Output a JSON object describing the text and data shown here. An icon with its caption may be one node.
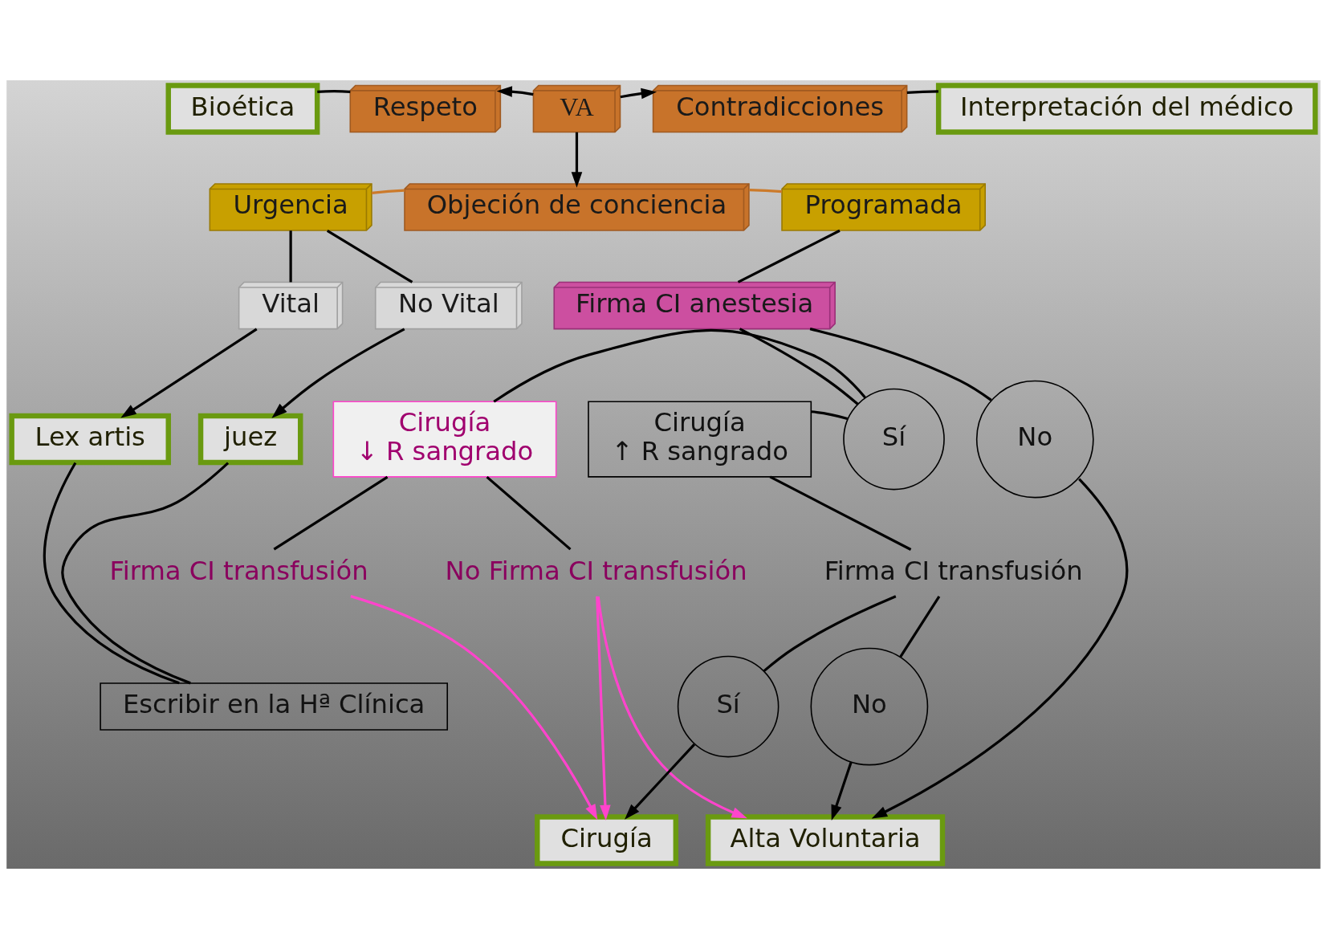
{
  "diagram": {
    "nodes": [
      {
        "text": [
          "Bioética"
        ]
      },
      {
        "text": [
          "Respeto"
        ]
      },
      {
        "text": [
          "VA"
        ]
      },
      {
        "text": [
          "Contradicciones"
        ]
      },
      {
        "text": [
          "Interpretación del médico"
        ]
      },
      {
        "text": [
          "Urgencia"
        ]
      },
      {
        "text": [
          "Objeción de conciencia"
        ]
      },
      {
        "text": [
          "Programada"
        ]
      },
      {
        "text": [
          "Vital"
        ]
      },
      {
        "text": [
          "No Vital"
        ]
      },
      {
        "text": [
          "Firma CI anestesia"
        ]
      },
      {
        "text": [
          "Sí"
        ]
      },
      {
        "text": [
          "No"
        ]
      },
      {
        "text": [
          "Lex artis"
        ]
      },
      {
        "text": [
          "juez"
        ]
      },
      {
        "text": [
          "Cirugía",
          "↓ R sangrado"
        ]
      },
      {
        "text": [
          "Cirugía",
          "↑ R sangrado"
        ]
      },
      {
        "text": [
          "Firma CI transfusión"
        ]
      },
      {
        "text": [
          "No Firma CI transfusión"
        ]
      },
      {
        "text": [
          "Firma CI transfusión"
        ]
      },
      {
        "text": [
          "Escribir en la Hª Clínica"
        ]
      },
      {
        "text": [
          "Sí"
        ]
      },
      {
        "text": [
          "No"
        ]
      },
      {
        "text": [
          "Cirugía"
        ]
      },
      {
        "text": [
          "Alta Voluntaria"
        ]
      }
    ],
    "edges": [
      {
        "from": 0,
        "to": 1,
        "arrow": "none"
      },
      {
        "from": 2,
        "to": 1,
        "arrow": "to"
      },
      {
        "from": 2,
        "to": 3,
        "arrow": "to"
      },
      {
        "from": 3,
        "to": 4,
        "arrow": "none"
      },
      {
        "from": 2,
        "to": 6,
        "arrow": "to"
      },
      {
        "from": 5,
        "to": 6,
        "arrow": "none",
        "color": "#cc7a2a"
      },
      {
        "from": 6,
        "to": 7,
        "arrow": "none",
        "color": "#cc7a2a"
      },
      {
        "from": 5,
        "to": 8,
        "arrow": "none"
      },
      {
        "from": 5,
        "to": 9,
        "arrow": "none"
      },
      {
        "from": 7,
        "to": 10,
        "arrow": "none"
      },
      {
        "from": 10,
        "to": 11,
        "arrow": "none"
      },
      {
        "from": 10,
        "to": 12,
        "arrow": "none"
      },
      {
        "from": 8,
        "to": 13,
        "arrow": "to"
      },
      {
        "from": 9,
        "to": 14,
        "arrow": "to"
      },
      {
        "from": 11,
        "to": 15,
        "arrow": "none"
      },
      {
        "from": 11,
        "to": 16,
        "arrow": "none"
      },
      {
        "from": 12,
        "to": 24,
        "arrow": "to"
      },
      {
        "from": 13,
        "to": 20,
        "arrow": "none"
      },
      {
        "from": 14,
        "to": 20,
        "arrow": "none"
      },
      {
        "from": 15,
        "to": 17,
        "arrow": "none"
      },
      {
        "from": 15,
        "to": 18,
        "arrow": "none"
      },
      {
        "from": 16,
        "to": 19,
        "arrow": "none"
      },
      {
        "from": 17,
        "to": 23,
        "arrow": "to",
        "color": "#ff44cc"
      },
      {
        "from": 18,
        "to": 23,
        "arrow": "to",
        "color": "#ff44cc"
      },
      {
        "from": 18,
        "to": 24,
        "arrow": "to",
        "color": "#ff44cc"
      },
      {
        "from": 19,
        "to": 21,
        "arrow": "none"
      },
      {
        "from": 19,
        "to": 22,
        "arrow": "none"
      },
      {
        "from": 21,
        "to": 23,
        "arrow": "to"
      },
      {
        "from": 22,
        "to": 24,
        "arrow": "to"
      }
    ]
  }
}
